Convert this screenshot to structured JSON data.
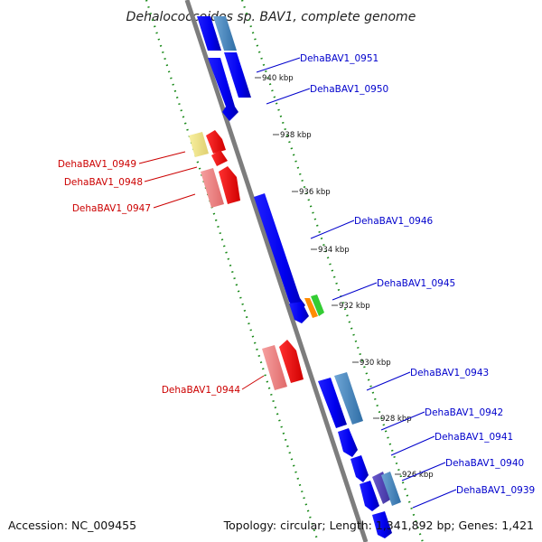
{
  "title": "Dehalococcoides sp. BAV1, complete genome",
  "footer": {
    "accession": "Accession: NC_009455",
    "topology": "Topology: circular; Length: 1,341,892 bp; Genes: 1,421"
  },
  "colors": {
    "forward_strand": "#0000ff",
    "forward_alt": "#4f8cc0",
    "reverse_strand": "#ff0000",
    "reverse_light": "#f08080",
    "reverse_pale": "#f0e68c",
    "backbone": "#7d7d7d",
    "gc_ticks": "#1a8a1a",
    "forward_label": "#0000cc",
    "reverse_label": "#cc0000",
    "misc_orange": "#ff8c00",
    "misc_green": "#33cc33"
  },
  "scale_ticks": [
    {
      "label": "940 kbp"
    },
    {
      "label": "938 kbp"
    },
    {
      "label": "936 kbp"
    },
    {
      "label": "934 kbp"
    },
    {
      "label": "932 kbp"
    },
    {
      "label": "930 kbp"
    },
    {
      "label": "928 kbp"
    },
    {
      "label": "926 kbp"
    }
  ],
  "genes": [
    {
      "label": "DehaBAV1_0951",
      "strand": "forward"
    },
    {
      "label": "DehaBAV1_0950",
      "strand": "forward"
    },
    {
      "label": "DehaBAV1_0949",
      "strand": "reverse"
    },
    {
      "label": "DehaBAV1_0948",
      "strand": "reverse"
    },
    {
      "label": "DehaBAV1_0947",
      "strand": "reverse"
    },
    {
      "label": "DehaBAV1_0946",
      "strand": "forward"
    },
    {
      "label": "DehaBAV1_0945",
      "strand": "forward"
    },
    {
      "label": "DehaBAV1_0944",
      "strand": "reverse"
    },
    {
      "label": "DehaBAV1_0943",
      "strand": "forward"
    },
    {
      "label": "DehaBAV1_0942",
      "strand": "forward"
    },
    {
      "label": "DehaBAV1_0941",
      "strand": "forward"
    },
    {
      "label": "DehaBAV1_0940",
      "strand": "forward"
    },
    {
      "label": "DehaBAV1_0939",
      "strand": "forward"
    }
  ]
}
